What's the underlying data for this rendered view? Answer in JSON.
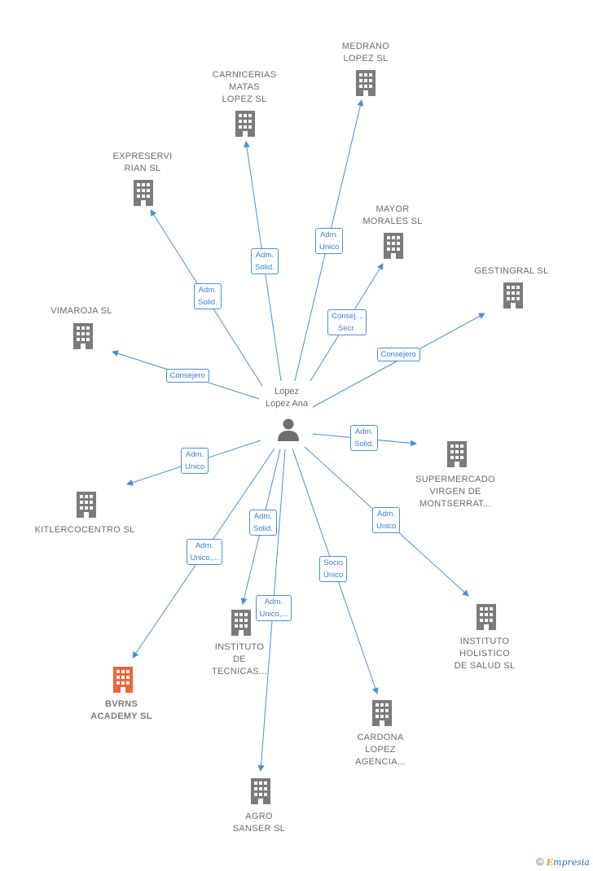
{
  "center": {
    "name": "Lopez\nLopez Ana",
    "icon": "person-icon"
  },
  "colors": {
    "edge": "#4a8fd6",
    "building": "#7b7b7b",
    "highlight": "#f0643a"
  },
  "companies": [
    {
      "id": "medrano",
      "name": "MEDRANO\nLOPEZ  SL",
      "icon": "building-icon"
    },
    {
      "id": "carnicerias",
      "name": "CARNICERIAS\nMATAS\nLOPEZ  SL",
      "icon": "building-icon"
    },
    {
      "id": "expreservi",
      "name": "EXPRESERVI\nRIAN  SL",
      "icon": "building-icon"
    },
    {
      "id": "mayor",
      "name": "MAYOR\nMORALES  SL",
      "icon": "building-icon"
    },
    {
      "id": "gestingral",
      "name": "GESTINGRAL SL",
      "icon": "building-icon"
    },
    {
      "id": "vimaroja",
      "name": "VIMAROJA SL",
      "icon": "building-icon"
    },
    {
      "id": "supermercado",
      "name": "SUPERMERCADO\nVIRGEN DE\nMONTSERRAT...",
      "icon": "building-icon"
    },
    {
      "id": "kitlercocentro",
      "name": "KITLERCOCENTRO SL",
      "icon": "building-icon"
    },
    {
      "id": "instituto_holistico",
      "name": "INSTITUTO\nHOLISTICO\nDE SALUD  SL",
      "icon": "building-icon"
    },
    {
      "id": "instituto_tecnicas",
      "name": "INSTITUTO\nDE\nTECNICAS...",
      "icon": "building-icon"
    },
    {
      "id": "bvrns",
      "name": "BVRNS\nACADEMY  SL",
      "icon": "building-icon",
      "highlight": true
    },
    {
      "id": "cardona",
      "name": "CARDONA\nLOPEZ\nAGENCIA...",
      "icon": "building-icon"
    },
    {
      "id": "agro",
      "name": "AGRO\nSANSER  SL",
      "icon": "building-icon"
    }
  ],
  "relations": [
    {
      "target": "medrano",
      "label": "Adm.\nUnico"
    },
    {
      "target": "carnicerias",
      "label": "Adm.\nSolid."
    },
    {
      "target": "expreservi",
      "label": "Adm.\nSolid."
    },
    {
      "target": "mayor",
      "label": "Consej. ,\nSecr."
    },
    {
      "target": "gestingral",
      "label": "Consejero"
    },
    {
      "target": "vimaroja",
      "label": "Consejero"
    },
    {
      "target": "supermercado",
      "label": "Adm.\nSolid."
    },
    {
      "target": "kitlercocentro",
      "label": "Adm.\nUnico"
    },
    {
      "target": "instituto_holistico",
      "label": "Adm.\nUnico"
    },
    {
      "target": "instituto_tecnicas",
      "label": "Adm.\nSolid."
    },
    {
      "target": "bvrns",
      "label": "Adm.\nUnico,..."
    },
    {
      "target": "cardona",
      "label": "Socio\nÚnico"
    },
    {
      "target": "agro",
      "label": "Adm.\nUnico,..."
    }
  ],
  "brand": {
    "copyright": "©",
    "initial": "E",
    "rest": "mpresia"
  }
}
